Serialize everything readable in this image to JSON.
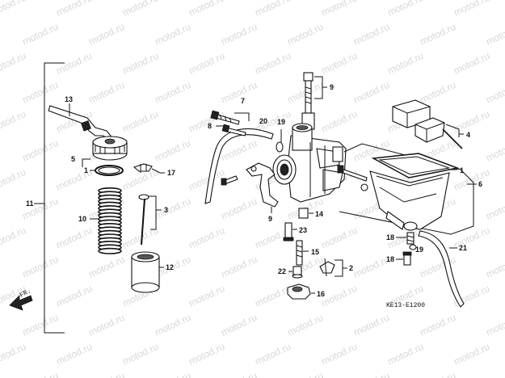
{
  "watermark": "motod.ru",
  "diagram_ref": "KE13-E1200",
  "direction_label": "FR.",
  "callouts": {
    "c1a": "1",
    "c1b": "1",
    "c2": "2",
    "c3": "3",
    "c4": "4",
    "c5": "5",
    "c6": "6",
    "c7": "7",
    "c8": "8",
    "c9a": "9",
    "c9b": "9",
    "c10": "10",
    "c11": "11",
    "c12": "12",
    "c13": "13",
    "c14": "14",
    "c15": "15",
    "c16": "16",
    "c17": "17",
    "c18a": "18",
    "c18b": "18",
    "c19a": "19",
    "c19b": "19",
    "c20": "20",
    "c21": "21",
    "c22": "22",
    "c23": "23"
  }
}
